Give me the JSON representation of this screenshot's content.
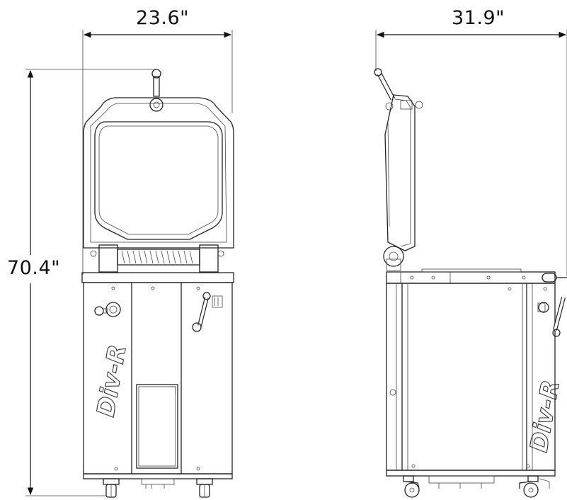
{
  "dimensions": {
    "width": "23.6\"",
    "depth": "31.9\"",
    "height": "70.4\""
  },
  "brand_mark": "Div-R"
}
